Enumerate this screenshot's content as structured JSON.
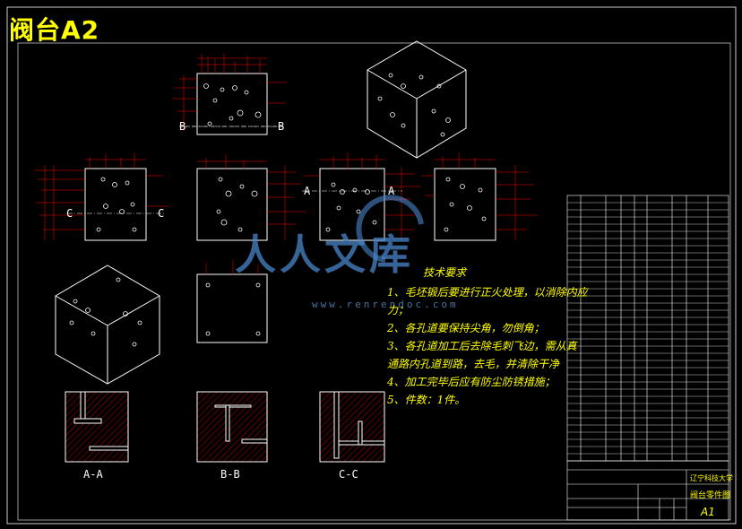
{
  "drawing": {
    "title": "阀台A2",
    "technical_requirements": {
      "heading": "技术要求",
      "lines": [
        "1、毛坯锻后要进行正火处理，以消除内应",
        "力；",
        "2、各孔道要保持尖角，勿倒角；",
        "3、各孔道加工后去除毛刺飞边，需从真",
        "通路内孔道到路，去毛，并清除干净",
        "4、加工完毕后应有防尘防锈措施；",
        "5、件数：1件。"
      ]
    },
    "section_labels": {
      "aa": "A-A",
      "bb": "B-B",
      "cc": "C-C"
    },
    "cut_markers": {
      "b_left": "B",
      "b_right": "B",
      "c_left": "C",
      "c_right": "C",
      "a_left": "A",
      "a_right": "A"
    },
    "watermark": {
      "brand": "人人文库",
      "url": "www.renrendoc.com"
    },
    "title_block": {
      "university": "辽宁科技大学",
      "part_name": "阀台零件图",
      "sheet_size": "A1"
    }
  },
  "colors": {
    "background": "#000000",
    "line": "#ffffff",
    "text": "#ffff00",
    "dimension": "#ff0000",
    "hatch": "#ff0000",
    "watermark": "#4a86c9"
  }
}
